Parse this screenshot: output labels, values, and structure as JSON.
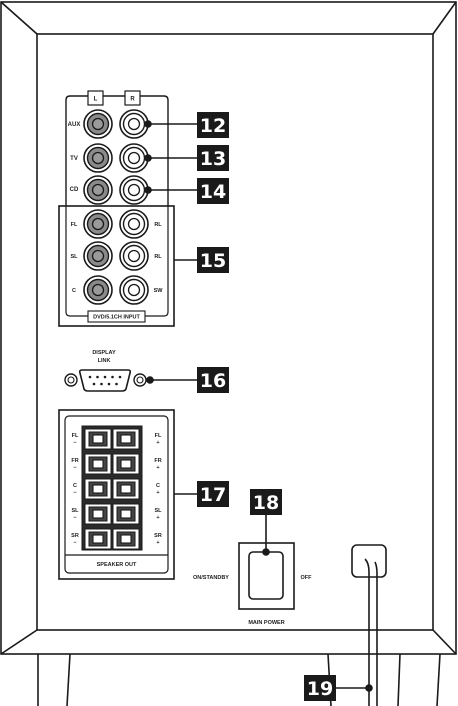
{
  "inputs": {
    "channel_header": [
      "L",
      "R"
    ],
    "stereo_rows": [
      "AUX",
      "TV",
      "CD"
    ],
    "surround_rows": [
      {
        "left": "FL",
        "right": "RL"
      },
      {
        "left": "SL",
        "right": "RL"
      },
      {
        "left": "C",
        "right": "SW"
      }
    ],
    "surround_caption": "DVD/5.1CH INPUT"
  },
  "display_link": {
    "line1": "DISPLAY",
    "line2": "LINK"
  },
  "speaker_out": {
    "rows": [
      {
        "left": "FL",
        "right": "FL"
      },
      {
        "left": "FR",
        "right": "FR"
      },
      {
        "left": "C",
        "right": "C"
      },
      {
        "left": "SL",
        "right": "SL"
      },
      {
        "left": "SR",
        "right": "SR"
      }
    ],
    "minus_sign": "−",
    "plus_sign": "+",
    "caption": "SPEAKER OUT"
  },
  "power": {
    "on_label": "ON/STANDBY",
    "off_label": "OFF",
    "caption": "MAIN POWER"
  },
  "callouts": [
    "12",
    "13",
    "14",
    "15",
    "16",
    "17",
    "18",
    "19"
  ]
}
